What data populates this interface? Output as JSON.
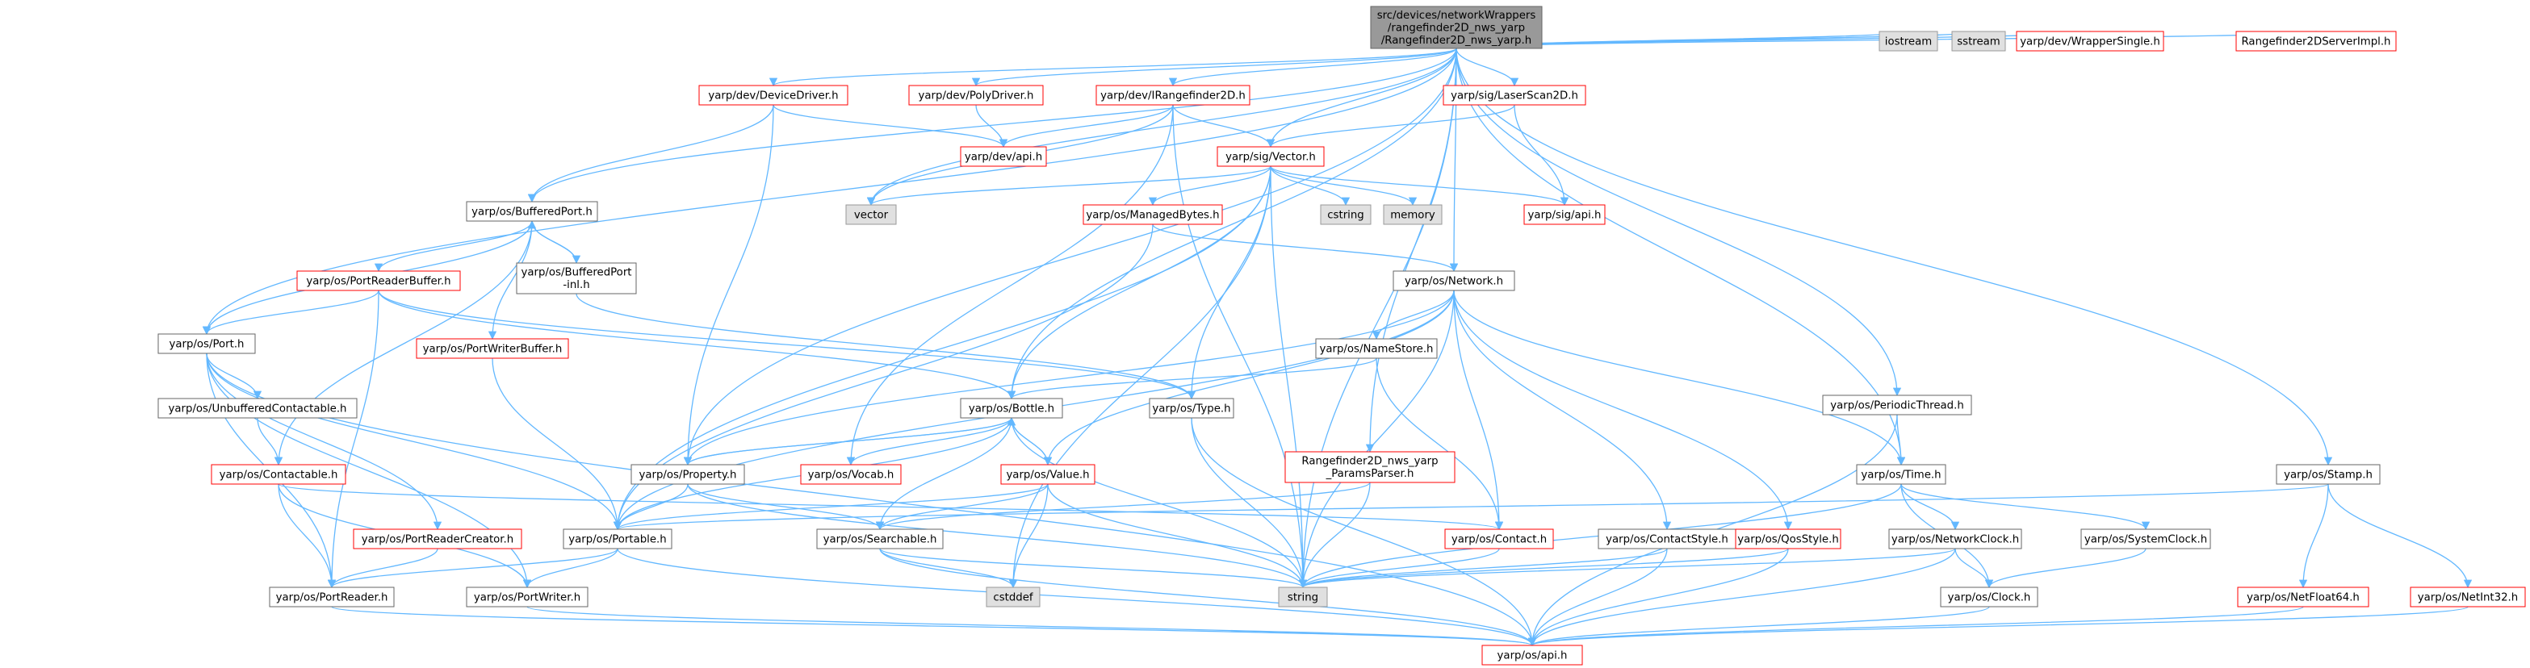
{
  "diagram": {
    "type": "include-dependency-graph",
    "colors": {
      "edge": "#63b8ff",
      "normal_border": "#666666",
      "missing_border": "#ff0000",
      "external_fill": "#e0e0e0",
      "external_border": "#999999",
      "root_fill": "#999999",
      "text": "#000000"
    },
    "nodes": [
      {
        "id": "root",
        "lines": [
          "src/devices/networkWrappers",
          "/rangefinder2D_nws_yarp",
          "/Rangefinder2D_nws_yarp.h"
        ],
        "style": "root"
      },
      {
        "id": "bufferedport",
        "lines": [
          "yarp/os/BufferedPort.h"
        ],
        "style": "normal"
      },
      {
        "id": "port",
        "lines": [
          "yarp/os/Port.h"
        ],
        "style": "normal"
      },
      {
        "id": "devicedriver",
        "lines": [
          "yarp/dev/DeviceDriver.h"
        ],
        "style": "missing"
      },
      {
        "id": "polydriver",
        "lines": [
          "yarp/dev/PolyDriver.h"
        ],
        "style": "missing"
      },
      {
        "id": "irangefinder",
        "lines": [
          "yarp/dev/IRangefinder2D.h"
        ],
        "style": "missing"
      },
      {
        "id": "laserscan",
        "lines": [
          "yarp/sig/LaserScan2D.h"
        ],
        "style": "missing"
      },
      {
        "id": "devapi",
        "lines": [
          "yarp/dev/api.h"
        ],
        "style": "missing"
      },
      {
        "id": "sigvector",
        "lines": [
          "yarp/sig/Vector.h"
        ],
        "style": "missing"
      },
      {
        "id": "vector",
        "lines": [
          "vector"
        ],
        "style": "external"
      },
      {
        "id": "cstring",
        "lines": [
          "cstring"
        ],
        "style": "external"
      },
      {
        "id": "memory",
        "lines": [
          "memory"
        ],
        "style": "external"
      },
      {
        "id": "sigapi",
        "lines": [
          "yarp/sig/api.h"
        ],
        "style": "missing"
      },
      {
        "id": "managedbytes",
        "lines": [
          "yarp/os/ManagedBytes.h"
        ],
        "style": "missing"
      },
      {
        "id": "bufferedportinl",
        "lines": [
          "yarp/os/BufferedPort",
          "-inl.h"
        ],
        "style": "normal"
      },
      {
        "id": "portreaderbuffer",
        "lines": [
          "yarp/os/PortReaderBuffer.h"
        ],
        "style": "missing"
      },
      {
        "id": "portwriterbuffer",
        "lines": [
          "yarp/os/PortWriterBuffer.h"
        ],
        "style": "missing"
      },
      {
        "id": "unbuffered",
        "lines": [
          "yarp/os/UnbufferedContactable.h"
        ],
        "style": "normal"
      },
      {
        "id": "contactable",
        "lines": [
          "yarp/os/Contactable.h"
        ],
        "style": "missing"
      },
      {
        "id": "portreadercreator",
        "lines": [
          "yarp/os/PortReaderCreator.h"
        ],
        "style": "missing"
      },
      {
        "id": "portreader",
        "lines": [
          "yarp/os/PortReader.h"
        ],
        "style": "normal"
      },
      {
        "id": "portwriter",
        "lines": [
          "yarp/os/PortWriter.h"
        ],
        "style": "normal"
      },
      {
        "id": "portable",
        "lines": [
          "yarp/os/Portable.h"
        ],
        "style": "normal"
      },
      {
        "id": "property",
        "lines": [
          "yarp/os/Property.h"
        ],
        "style": "normal"
      },
      {
        "id": "vocab",
        "lines": [
          "yarp/os/Vocab.h"
        ],
        "style": "missing"
      },
      {
        "id": "bottle",
        "lines": [
          "yarp/os/Bottle.h"
        ],
        "style": "normal"
      },
      {
        "id": "value",
        "lines": [
          "yarp/os/Value.h"
        ],
        "style": "missing"
      },
      {
        "id": "searchable",
        "lines": [
          "yarp/os/Searchable.h"
        ],
        "style": "normal"
      },
      {
        "id": "cstddef",
        "lines": [
          "cstddef"
        ],
        "style": "external"
      },
      {
        "id": "string",
        "lines": [
          "string"
        ],
        "style": "external"
      },
      {
        "id": "osapi",
        "lines": [
          "yarp/os/api.h"
        ],
        "style": "missing"
      },
      {
        "id": "type",
        "lines": [
          "yarp/os/Type.h"
        ],
        "style": "normal"
      },
      {
        "id": "network",
        "lines": [
          "yarp/os/Network.h"
        ],
        "style": "normal"
      },
      {
        "id": "namestore",
        "lines": [
          "yarp/os/NameStore.h"
        ],
        "style": "normal"
      },
      {
        "id": "paramsparser",
        "lines": [
          "Rangefinder2D_nws_yarp",
          "_ParamsParser.h"
        ],
        "style": "missing"
      },
      {
        "id": "contact",
        "lines": [
          "yarp/os/Contact.h"
        ],
        "style": "missing"
      },
      {
        "id": "contactstyle",
        "lines": [
          "yarp/os/ContactStyle.h"
        ],
        "style": "normal"
      },
      {
        "id": "qosstyle",
        "lines": [
          "yarp/os/QosStyle.h"
        ],
        "style": "missing"
      },
      {
        "id": "periodicthread",
        "lines": [
          "yarp/os/PeriodicThread.h"
        ],
        "style": "normal"
      },
      {
        "id": "time",
        "lines": [
          "yarp/os/Time.h"
        ],
        "style": "normal"
      },
      {
        "id": "networkclock",
        "lines": [
          "yarp/os/NetworkClock.h"
        ],
        "style": "normal"
      },
      {
        "id": "systemclock",
        "lines": [
          "yarp/os/SystemClock.h"
        ],
        "style": "normal"
      },
      {
        "id": "clock",
        "lines": [
          "yarp/os/Clock.h"
        ],
        "style": "normal"
      },
      {
        "id": "stamp",
        "lines": [
          "yarp/os/Stamp.h"
        ],
        "style": "normal"
      },
      {
        "id": "netfloat64",
        "lines": [
          "yarp/os/NetFloat64.h"
        ],
        "style": "missing"
      },
      {
        "id": "netint32",
        "lines": [
          "yarp/os/NetInt32.h"
        ],
        "style": "missing"
      },
      {
        "id": "iostream",
        "lines": [
          "iostream"
        ],
        "style": "external"
      },
      {
        "id": "sstream",
        "lines": [
          "sstream"
        ],
        "style": "external"
      },
      {
        "id": "wrappersingle",
        "lines": [
          "yarp/dev/WrapperSingle.h"
        ],
        "style": "missing"
      },
      {
        "id": "serverimpl",
        "lines": [
          "Rangefinder2DServerImpl.h"
        ],
        "style": "missing"
      }
    ],
    "edges": [
      [
        "root",
        "bufferedport"
      ],
      [
        "root",
        "port"
      ],
      [
        "root",
        "devicedriver"
      ],
      [
        "root",
        "polydriver"
      ],
      [
        "root",
        "irangefinder"
      ],
      [
        "root",
        "laserscan"
      ],
      [
        "root",
        "sigvector"
      ],
      [
        "root",
        "vector"
      ],
      [
        "root",
        "property"
      ],
      [
        "root",
        "bottle"
      ],
      [
        "root",
        "network"
      ],
      [
        "root",
        "paramsparser"
      ],
      [
        "root",
        "string"
      ],
      [
        "root",
        "time"
      ],
      [
        "root",
        "periodicthread"
      ],
      [
        "root",
        "stamp"
      ],
      [
        "root",
        "iostream"
      ],
      [
        "root",
        "sstream"
      ],
      [
        "root",
        "wrappersingle"
      ],
      [
        "root",
        "serverimpl"
      ],
      [
        "devicedriver",
        "devapi"
      ],
      [
        "devicedriver",
        "bufferedport"
      ],
      [
        "devicedriver",
        "property"
      ],
      [
        "polydriver",
        "devapi"
      ],
      [
        "irangefinder",
        "devapi"
      ],
      [
        "irangefinder",
        "sigvector"
      ],
      [
        "irangefinder",
        "vector"
      ],
      [
        "irangefinder",
        "string"
      ],
      [
        "irangefinder",
        "vocab"
      ],
      [
        "laserscan",
        "sigvector"
      ],
      [
        "laserscan",
        "sigapi"
      ],
      [
        "sigvector",
        "vector"
      ],
      [
        "sigvector",
        "cstring"
      ],
      [
        "sigvector",
        "memory"
      ],
      [
        "sigvector",
        "sigapi"
      ],
      [
        "sigvector",
        "managedbytes"
      ],
      [
        "sigvector",
        "bottle"
      ],
      [
        "sigvector",
        "type"
      ],
      [
        "sigvector",
        "portable"
      ],
      [
        "sigvector",
        "cstddef"
      ],
      [
        "sigvector",
        "string"
      ],
      [
        "managedbytes",
        "portable"
      ],
      [
        "managedbytes",
        "network"
      ],
      [
        "bufferedport",
        "port"
      ],
      [
        "bufferedport",
        "portreaderbuffer"
      ],
      [
        "bufferedport",
        "portwriterbuffer"
      ],
      [
        "bufferedport",
        "bufferedportinl"
      ],
      [
        "bufferedport",
        "contactable"
      ],
      [
        "bufferedportinl",
        "bufferedport"
      ],
      [
        "bufferedportinl",
        "type"
      ],
      [
        "portreaderbuffer",
        "port"
      ],
      [
        "portreaderbuffer",
        "bottle"
      ],
      [
        "portreaderbuffer",
        "type"
      ],
      [
        "portreaderbuffer",
        "portreader"
      ],
      [
        "portwriterbuffer",
        "portable"
      ],
      [
        "port",
        "unbuffered"
      ],
      [
        "port",
        "portable"
      ],
      [
        "port",
        "portreader"
      ],
      [
        "port",
        "portwriter"
      ],
      [
        "port",
        "portreadercreator"
      ],
      [
        "port",
        "osapi"
      ],
      [
        "unbuffered",
        "contactable"
      ],
      [
        "contactable",
        "contact"
      ],
      [
        "contactable",
        "portreader"
      ],
      [
        "contactable",
        "portwriter"
      ],
      [
        "portreadercreator",
        "portreader"
      ],
      [
        "portreader",
        "osapi"
      ],
      [
        "portwriter",
        "osapi"
      ],
      [
        "portable",
        "portreader"
      ],
      [
        "portable",
        "portwriter"
      ],
      [
        "portable",
        "osapi"
      ],
      [
        "property",
        "portable"
      ],
      [
        "property",
        "searchable"
      ],
      [
        "property",
        "bottle"
      ],
      [
        "property",
        "string"
      ],
      [
        "bottle",
        "portable"
      ],
      [
        "bottle",
        "property"
      ],
      [
        "bottle",
        "searchable"
      ],
      [
        "bottle",
        "value"
      ],
      [
        "bottle",
        "vocab"
      ],
      [
        "bottle",
        "string"
      ],
      [
        "value",
        "bottle"
      ],
      [
        "value",
        "portable"
      ],
      [
        "value",
        "searchable"
      ],
      [
        "value",
        "string"
      ],
      [
        "value",
        "cstddef"
      ],
      [
        "searchable",
        "cstddef"
      ],
      [
        "searchable",
        "string"
      ],
      [
        "searchable",
        "osapi"
      ],
      [
        "type",
        "string"
      ],
      [
        "type",
        "osapi"
      ],
      [
        "network",
        "namestore"
      ],
      [
        "network",
        "portable"
      ],
      [
        "network",
        "contact"
      ],
      [
        "network",
        "contactstyle"
      ],
      [
        "network",
        "qosstyle"
      ],
      [
        "network",
        "time"
      ],
      [
        "network",
        "property"
      ],
      [
        "network",
        "value"
      ],
      [
        "network",
        "string"
      ],
      [
        "namestore",
        "bottle"
      ],
      [
        "namestore",
        "contact"
      ],
      [
        "paramsparser",
        "searchable"
      ],
      [
        "paramsparser",
        "string"
      ],
      [
        "contact",
        "string"
      ],
      [
        "contactstyle",
        "osapi"
      ],
      [
        "contactstyle",
        "string"
      ],
      [
        "qosstyle",
        "osapi"
      ],
      [
        "qosstyle",
        "string"
      ],
      [
        "periodicthread",
        "time"
      ],
      [
        "periodicthread",
        "osapi"
      ],
      [
        "time",
        "networkclock"
      ],
      [
        "time",
        "systemclock"
      ],
      [
        "time",
        "clock"
      ],
      [
        "time",
        "string"
      ],
      [
        "networkclock",
        "clock"
      ],
      [
        "networkclock",
        "osapi"
      ],
      [
        "networkclock",
        "string"
      ],
      [
        "systemclock",
        "clock"
      ],
      [
        "clock",
        "osapi"
      ],
      [
        "stamp",
        "portable"
      ],
      [
        "stamp",
        "netfloat64"
      ],
      [
        "stamp",
        "netint32"
      ],
      [
        "netfloat64",
        "osapi"
      ],
      [
        "netint32",
        "osapi"
      ]
    ]
  }
}
